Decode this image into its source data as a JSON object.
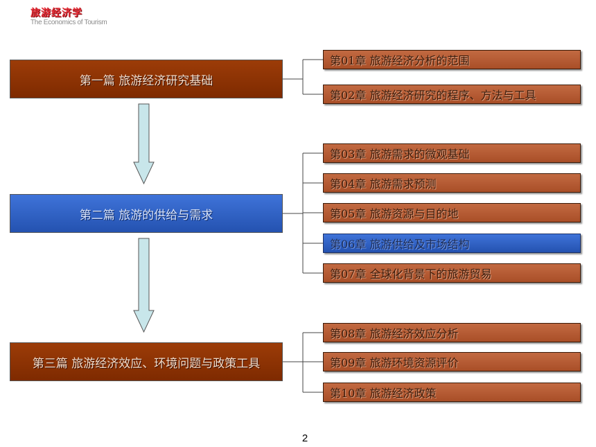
{
  "header": {
    "logo_cn": "旅游经济学",
    "logo_en": "The Economics of Tourism"
  },
  "parts": [
    {
      "label": "第一篇  旅游经济研究基础",
      "color": "brown"
    },
    {
      "label": "第二篇  旅游的供给与需求",
      "color": "blue"
    },
    {
      "label": "第三篇  旅游经济效应、环境问题与政策工具",
      "color": "brown"
    }
  ],
  "chapters": [
    {
      "label": "第01章  旅游经济分析的范围"
    },
    {
      "label": "第02章  旅游经济研究的程序、方法与工具"
    },
    {
      "label": "第03章  旅游需求的微观基础"
    },
    {
      "label": "第04章  旅游需求预测"
    },
    {
      "label": "第05章  旅游资源与目的地"
    },
    {
      "label": "第06章  旅游供给及市场结构",
      "highlighted": true
    },
    {
      "label": "第07章  全球化背景下的旅游贸易"
    },
    {
      "label": "第08章  旅游经济效应分析"
    },
    {
      "label": "第09章  旅游环境资源评价"
    },
    {
      "label": "第10章  旅游经济政策"
    }
  ],
  "colors": {
    "part_brown": "#8b3300",
    "part_blue": "#2f62c8",
    "chapter_brown": "#b65a31",
    "chapter_highlight": "#2f62c8",
    "arrow_fill": "#c8e6ea"
  },
  "footer": {
    "page_number": "2"
  }
}
